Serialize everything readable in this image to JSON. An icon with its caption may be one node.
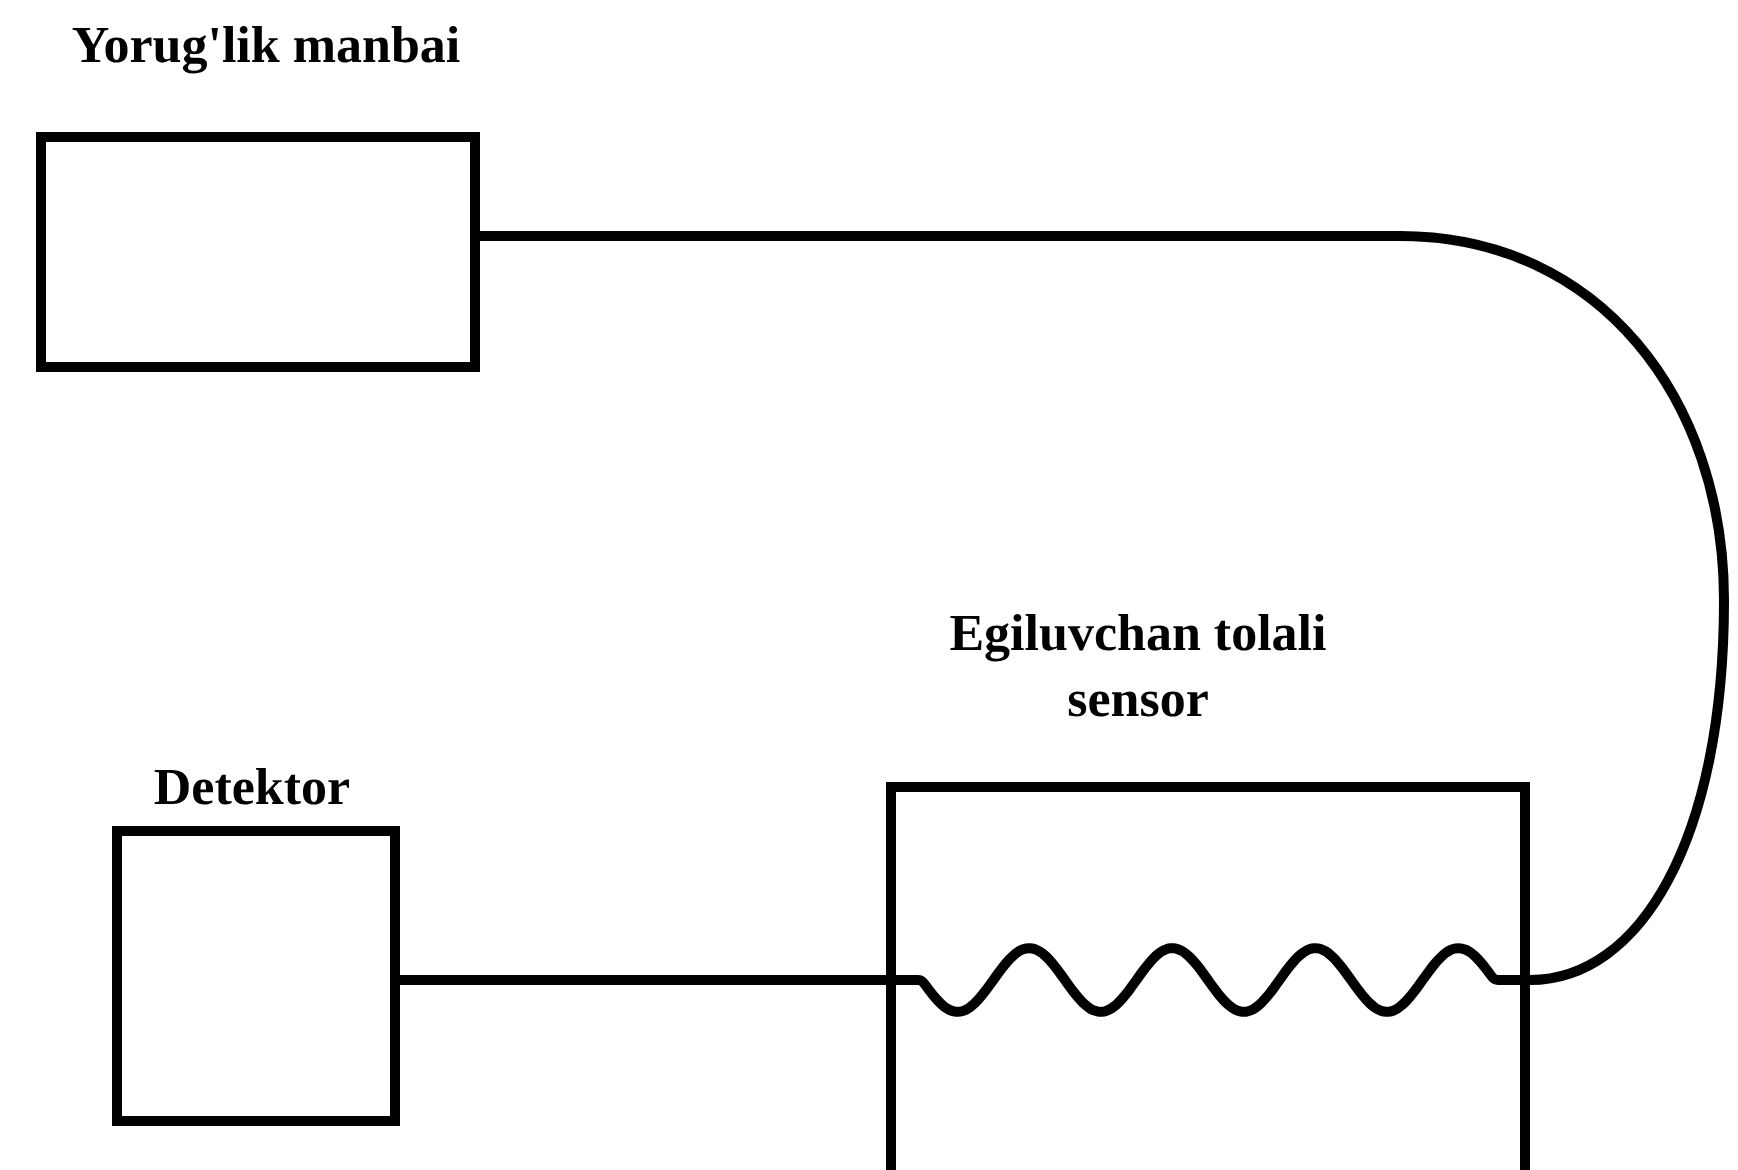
{
  "diagram": {
    "nodes": [
      {
        "text": [
          "Yorug'lik manbai"
        ]
      },
      {
        "text": [
          "Egiluvchan tolali sensor"
        ]
      },
      {
        "text": [
          "Detektor"
        ]
      }
    ],
    "edges": [
      {
        "from": 0,
        "to": 1,
        "arrow": "none"
      },
      {
        "from": 1,
        "to": 2,
        "arrow": "none"
      }
    ]
  }
}
